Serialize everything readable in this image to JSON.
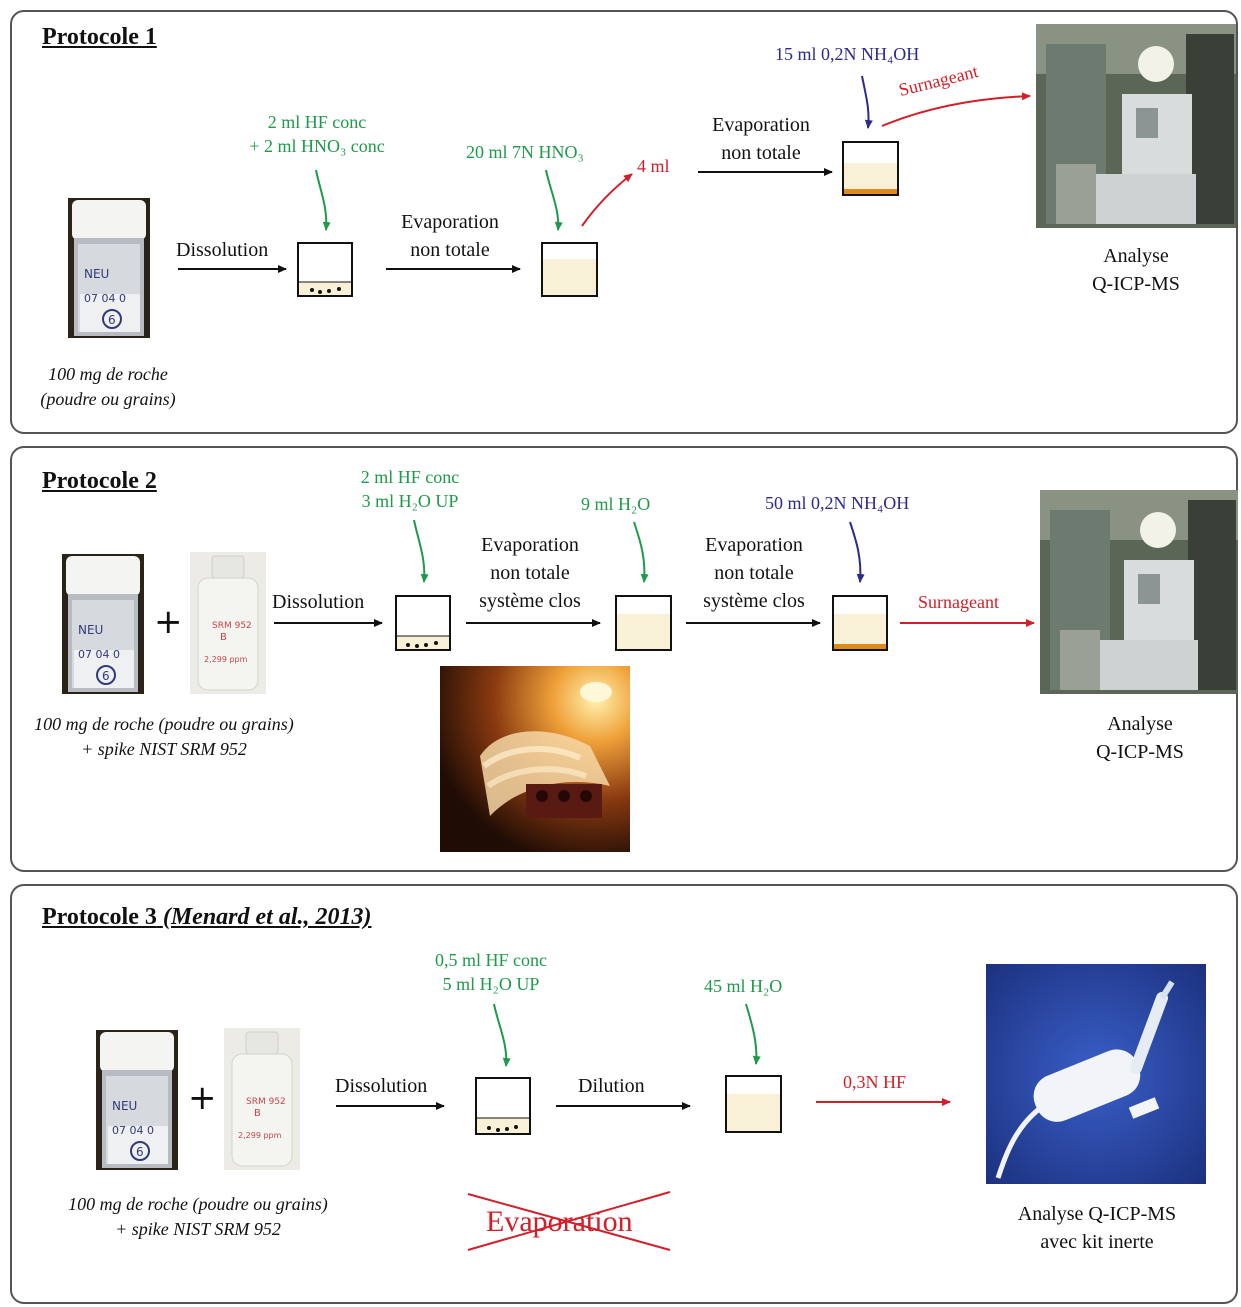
{
  "protocol1": {
    "title": "Protocole 1",
    "sample_label_1": "100 mg de roche",
    "sample_label_2": "(poudre ou grains)",
    "dissolution": "Dissolution",
    "reagent1_line1": "2 ml HF conc",
    "reagent1_line2": "+ 2 ml HNO₃ conc",
    "evap1_line1": "Evaporation",
    "evap1_line2": "non totale",
    "reagent2": "20 ml 7N HNO₃",
    "aliquot": "4 ml",
    "evap2_line1": "Evaporation",
    "evap2_line2": "non totale",
    "reagent3": "15 ml 0,2N NH₄OH",
    "supernatant": "Surnageant",
    "analysis_line1": "Analyse",
    "analysis_line2": "Q-ICP-MS"
  },
  "protocol2": {
    "title": "Protocole 2",
    "plus": "+",
    "sample_label_1": "100 mg de roche (poudre ou grains)",
    "sample_label_2": "+ spike NIST SRM 952",
    "dissolution": "Dissolution",
    "reagent1_line1": "2 ml HF conc",
    "reagent1_line2": "3 ml H₂O UP",
    "evap1_line1": "Evaporation",
    "evap1_line2": "non totale",
    "evap1_line3": "système clos",
    "reagent2": "9 ml H₂O",
    "evap2_line1": "Evaporation",
    "evap2_line2": "non totale",
    "evap2_line3": "système clos",
    "reagent3": "50 ml 0,2N NH₄OH",
    "supernatant": "Surnageant",
    "analysis_line1": "Analyse",
    "analysis_line2": "Q-ICP-MS"
  },
  "protocol3": {
    "title": "Protocole 3",
    "title_ref": "(Menard et al., 2013)",
    "plus": "+",
    "sample_label_1": "100 mg de roche (poudre ou grains)",
    "sample_label_2": "+ spike NIST SRM 952",
    "dissolution": "Dissolution",
    "reagent1_line1": "0,5 ml HF conc",
    "reagent1_line2": "5 ml H₂O UP",
    "dilution": "Dilution",
    "reagent2": "45 ml H₂O",
    "final_medium": "0,3N HF",
    "crossed_out": "Evaporation",
    "analysis_line1": "Analyse Q-ICP-MS",
    "analysis_line2": "avec kit inerte"
  },
  "photo_text": {
    "jar_label_1": "NEU",
    "jar_label_2": "07 04 0",
    "jar_label_3": "6",
    "bottle_label_1": "SRM 952",
    "bottle_label_2": "B",
    "bottle_label_3": "2,299 ppm"
  },
  "colors": {
    "green": "#1f9a4a",
    "blue": "#2c2a8c",
    "red": "#d1202a",
    "arrow": "#111111",
    "orange_layer": "#e08a1a",
    "liquid": "#f8f1d8"
  }
}
